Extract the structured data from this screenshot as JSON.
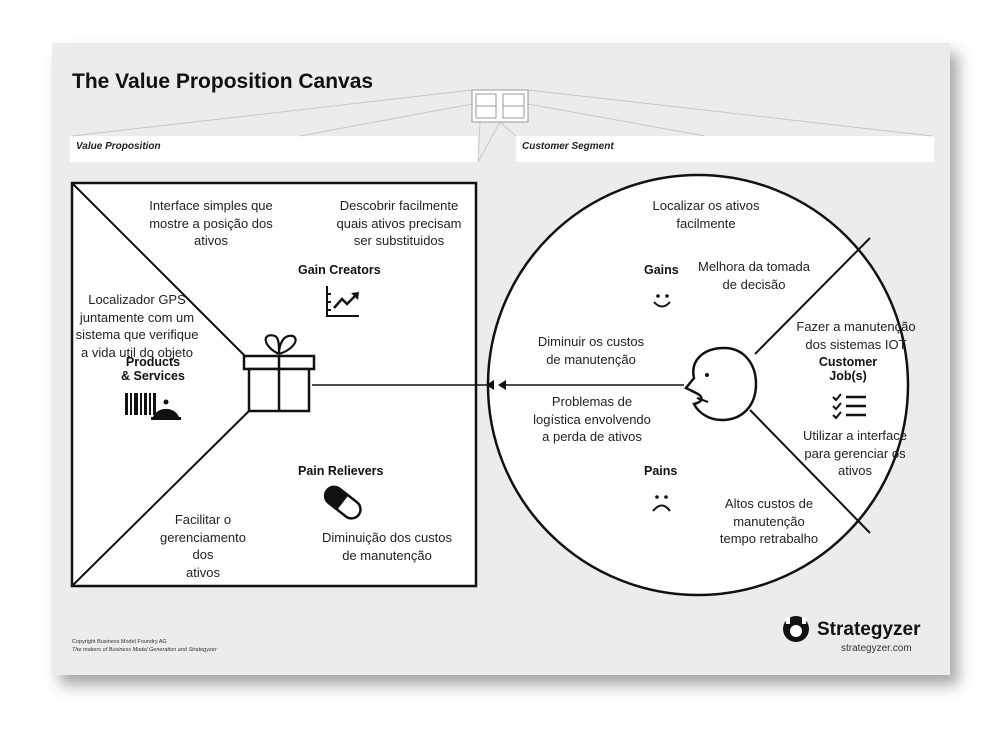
{
  "title": "The Value Proposition Canvas",
  "value_proposition": {
    "label": "Value Proposition",
    "gain_creators": {
      "heading": "Gain Creators",
      "notes": [
        "Interface simples que\nmostre a posição dos\nativos",
        "Descobrir facilmente\nquais ativos precisam\nser substituidos"
      ]
    },
    "products_services": {
      "heading": "Products\n& Services",
      "notes": [
        "Localizador GPS\njuntamente com um\nsistema que verifique\na vida util do objeto"
      ]
    },
    "pain_relievers": {
      "heading": "Pain Relievers",
      "notes": [
        "Facilitar o\ngerenciamento dos\nativos",
        "Diminuição dos custos\nde manutenção"
      ]
    }
  },
  "customer_segment": {
    "label": "Customer Segment",
    "gains": {
      "heading": "Gains",
      "notes": [
        "Localizar os ativos\nfacilmente",
        "Melhora da tomada\nde decisão",
        "Diminuir os custos\nde manutenção"
      ]
    },
    "customer_jobs": {
      "heading": "Customer\nJob(s)",
      "notes": [
        "Fazer a manutenção\ndos sistemas IOT",
        "Utilizar a interface\npara gerenciar os\nativos"
      ]
    },
    "pains": {
      "heading": "Pains",
      "notes": [
        "Problemas de\nlogística envolvendo\na perda de ativos",
        "Altos custos de\nmanutenção\ntempo retrabalho"
      ]
    }
  },
  "footer": {
    "copyright": "Copyright Business Model Foundry AG",
    "makers": "The makers of Business Model Generation and Strategyzer",
    "brand": "Strategyzer",
    "url": "strategyzer.com"
  },
  "icons": [
    "gift-icon",
    "chart-up-icon",
    "barcode-icon",
    "cloche-icon",
    "pill-icon",
    "smile-icon",
    "frown-icon",
    "checklist-icon",
    "face-profile-icon",
    "strategyzer-logo-icon"
  ]
}
